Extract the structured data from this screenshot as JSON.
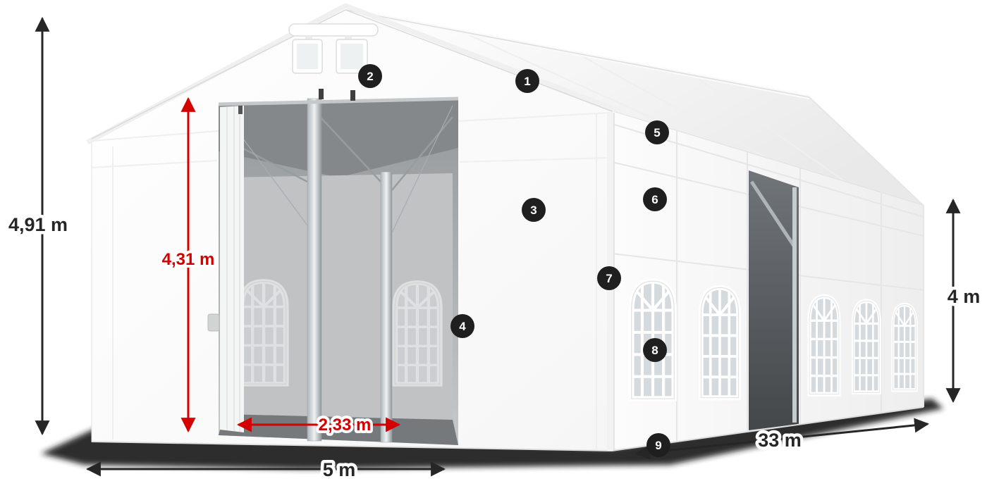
{
  "dimensions": {
    "overall_height": "4,91 m",
    "door_height": "4,31 m",
    "door_width": "2,33 m",
    "front_width": "5 m",
    "side_length": "33 m",
    "wall_height": "4 m"
  },
  "markers": [
    "1",
    "2",
    "3",
    "4",
    "5",
    "6",
    "7",
    "8",
    "9"
  ],
  "colors": {
    "dimension_red": "#d40000",
    "dimension_black": "#262626",
    "marker_background": "#1f1f1f",
    "marker_text": "#ffffff"
  }
}
